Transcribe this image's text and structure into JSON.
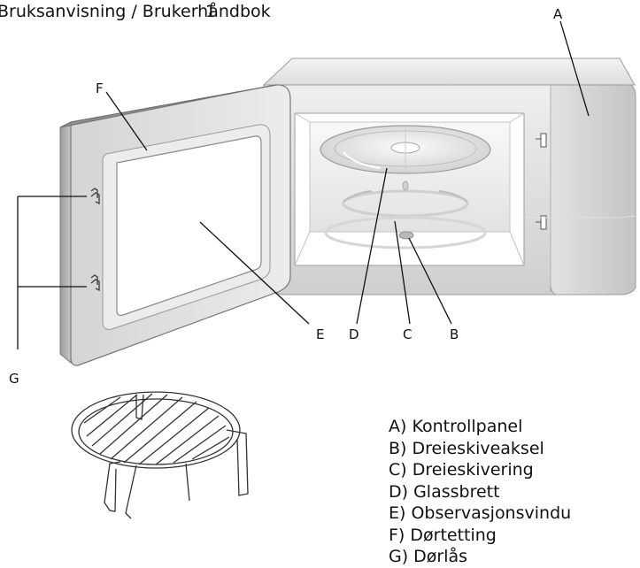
{
  "header": {
    "title": "Bruksanvisning / Brukerhåndbok",
    "page_number": "1"
  },
  "labels": {
    "A": "A",
    "B": "B",
    "C": "C",
    "D": "D",
    "E": "E",
    "F": "F",
    "G": "G"
  },
  "legend": [
    "A) Kontrollpanel",
    "B) Dreieskiveaksel",
    "C) Dreieskivering",
    "D) Glassbrett",
    "E) Observasjonsvindu",
    "F) Dørtetting",
    "G) Dørlås"
  ]
}
